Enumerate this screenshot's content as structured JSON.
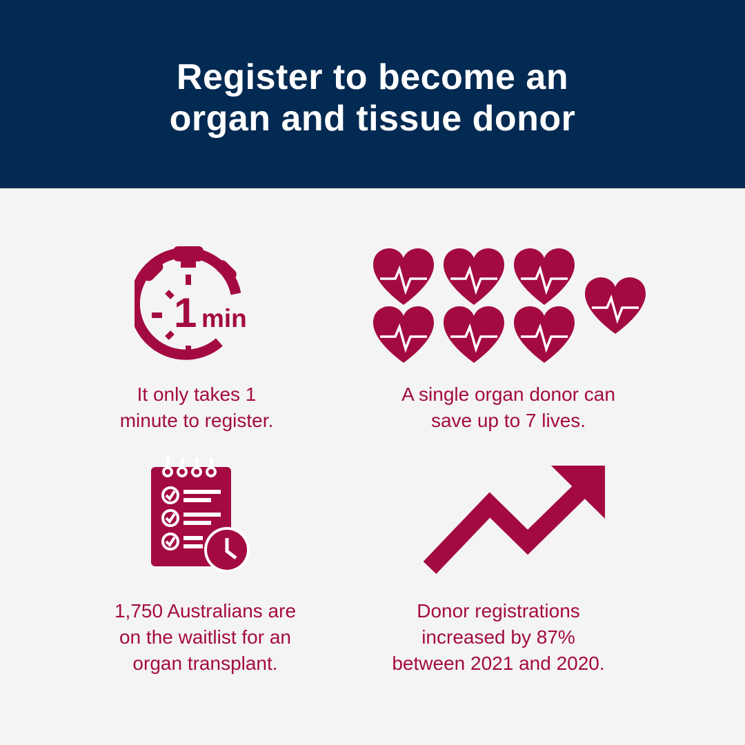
{
  "header": {
    "title_line1": "Register to become an",
    "title_line2": "organ and tissue donor"
  },
  "colors": {
    "header_bg": "#032a52",
    "body_bg": "#f4f4f4",
    "accent": "#a40a42",
    "title_text": "#ffffff"
  },
  "stats": [
    {
      "icon": "stopwatch-icon",
      "icon_text_number": "1",
      "icon_text_unit": "min",
      "lines": [
        "It only takes 1",
        "minute to register."
      ]
    },
    {
      "icon": "hearts-icon",
      "lines": [
        "A single organ donor can",
        "save up to 7 lives."
      ]
    },
    {
      "icon": "checklist-clock-icon",
      "lines": [
        "1,750 Australians are",
        "on the waitlist for an",
        "organ transplant."
      ]
    },
    {
      "icon": "trend-up-arrow-icon",
      "lines": [
        "Donor registrations",
        "increased by 87%",
        "between 2021 and 2020."
      ]
    }
  ]
}
